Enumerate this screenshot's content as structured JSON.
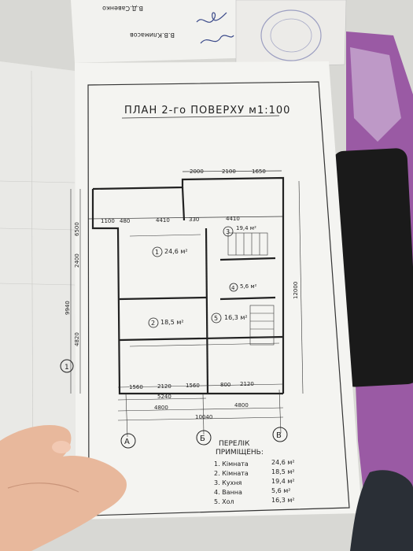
{
  "top_papers": {
    "name_left": "В.Д.Савенко",
    "name_right": "В.В.Климасов"
  },
  "plan": {
    "title": "ПЛАН 2-го ПОВЕРХУ м1:100",
    "dims_top": [
      "2000",
      "2100",
      "1650"
    ],
    "dims_row2": [
      "1100",
      "480",
      "4410",
      "330",
      "4410"
    ],
    "dims_bottom1": [
      "1560",
      "2120",
      "1560",
      "800",
      "2120"
    ],
    "dims_bottom2": "5240",
    "dims_bottom3_left": "4800",
    "dims_bottom3_right": "4800",
    "dims_total": "10040",
    "dims_left": [
      "4820",
      "2400",
      "6500",
      "9940"
    ],
    "dims_right": "12000",
    "axis_labels": [
      "А",
      "Б",
      "В",
      "1"
    ],
    "rooms": [
      {
        "num": "1",
        "area": "24,6 м²"
      },
      {
        "num": "2",
        "area": "18,5 м²"
      },
      {
        "num": "3",
        "area": "19,4 м²"
      },
      {
        "num": "4",
        "area": "5,6 м²"
      },
      {
        "num": "5",
        "area": "16,3 м²"
      }
    ]
  },
  "legend": {
    "title_line1": "ПЕРЕЛІК",
    "title_line2": "ПРИМІЩЕНЬ:",
    "items": [
      {
        "label": "1. Кімната",
        "value": "24,6 м²"
      },
      {
        "label": "2. Кімната",
        "value": "18,5 м²"
      },
      {
        "label": "3. Кухня",
        "value": "19,4 м²"
      },
      {
        "label": "4. Ванна",
        "value": "5,6 м²"
      },
      {
        "label": "5. Хол",
        "value": "16,3 м²"
      }
    ]
  }
}
